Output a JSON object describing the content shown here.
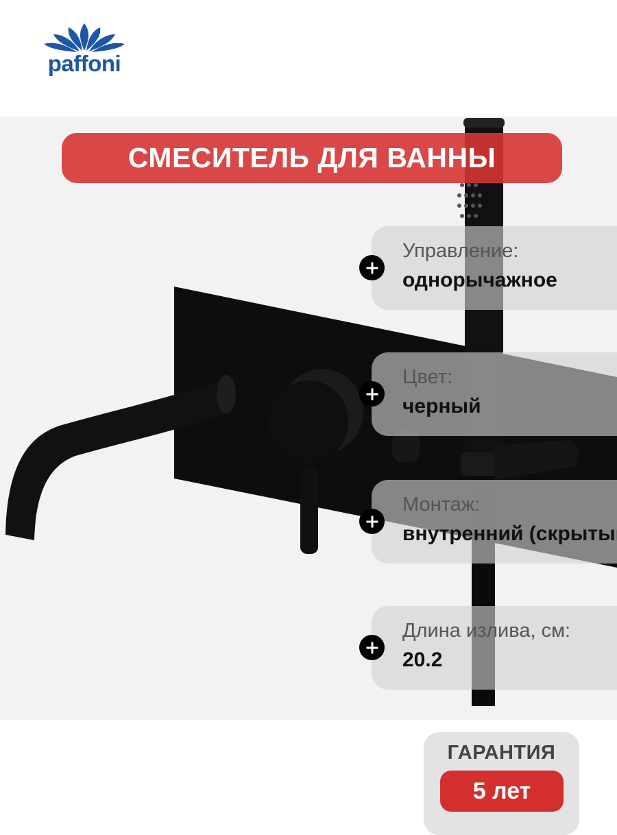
{
  "brand": {
    "name": "paffoni",
    "color": "#1d57a5"
  },
  "title": "СМЕСИТЕЛЬ ДЛЯ ВАННЫ",
  "specs": [
    {
      "label": "Управление:",
      "value": "однорычажное"
    },
    {
      "label": "Цвет:",
      "value": "черный"
    },
    {
      "label": "Монтаж:",
      "value": "внутренний (скрытый)"
    },
    {
      "label": "Длина излива, см:",
      "value": "20.2"
    }
  ],
  "warranty": {
    "label": "ГАРАНТИЯ",
    "value": "5 лет"
  },
  "icons": {
    "spec_marker": "plus-icon"
  },
  "colors": {
    "accent_red": "#d32f2f",
    "product": "#111111"
  }
}
